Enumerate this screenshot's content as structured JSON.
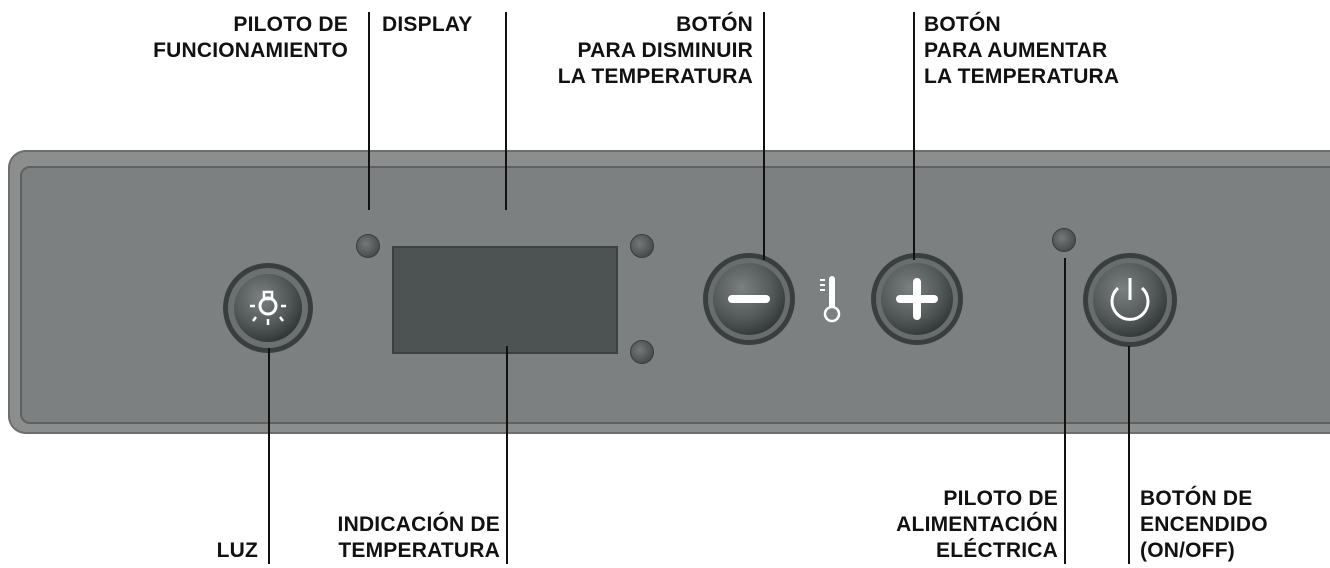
{
  "labels": {
    "operation_pilot": [
      "PILOTO DE",
      "FUNCIONAMIENTO"
    ],
    "display": [
      "DISPLAY"
    ],
    "decrease_button": [
      "BOTÓN",
      "PARA DISMINUIR",
      "LA TEMPERATURA"
    ],
    "increase_button": [
      "BOTÓN",
      "PARA AUMENTAR",
      "LA TEMPERATURA"
    ],
    "light": [
      "LUZ"
    ],
    "temperature_indication": [
      "INDICACIÓN DE",
      "TEMPERATURA"
    ],
    "power_pilot": [
      "PILOTO DE",
      "ALIMENTACIÓN",
      "ELÉCTRICA"
    ],
    "power_button": [
      "BOTÓN DE",
      "ENCENDIDO",
      "(ON/OFF)"
    ]
  },
  "icons": {
    "light_button": "light-bulb-icon",
    "decrease_button": "minus-icon",
    "thermometer": "thermometer-icon",
    "increase_button": "plus-icon",
    "power_button": "power-icon"
  },
  "colors": {
    "panel": "#8c8e8e",
    "panel_inner": "#7d8080",
    "display": "#4d5352",
    "knob": "#5f6565",
    "text": "#111111"
  }
}
